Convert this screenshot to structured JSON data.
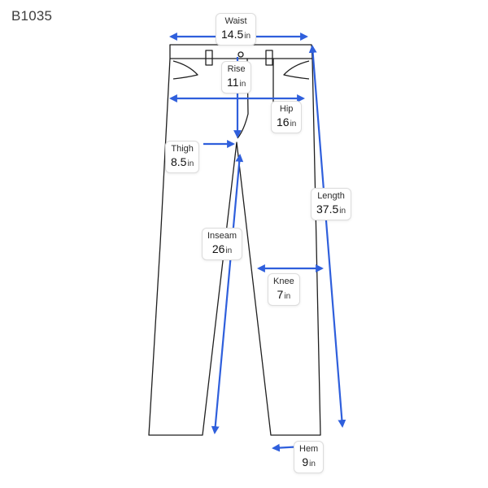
{
  "product_code": "B1035",
  "colors": {
    "outline": "#1f1f1f",
    "arrow": "#2f5fdc"
  },
  "measurements": [
    {
      "key": "waist",
      "label": "Waist",
      "value": "14.5",
      "unit": "in"
    },
    {
      "key": "rise",
      "label": "Rise",
      "value": "11",
      "unit": "in"
    },
    {
      "key": "hip",
      "label": "Hip",
      "value": "16",
      "unit": "in"
    },
    {
      "key": "thigh",
      "label": "Thigh",
      "value": "8.5",
      "unit": "in"
    },
    {
      "key": "length",
      "label": "Length",
      "value": "37.5",
      "unit": "in"
    },
    {
      "key": "inseam",
      "label": "Inseam",
      "value": "26",
      "unit": "in"
    },
    {
      "key": "knee",
      "label": "Knee",
      "value": "7",
      "unit": "in"
    },
    {
      "key": "hem",
      "label": "Hem",
      "value": "9",
      "unit": "in"
    }
  ]
}
